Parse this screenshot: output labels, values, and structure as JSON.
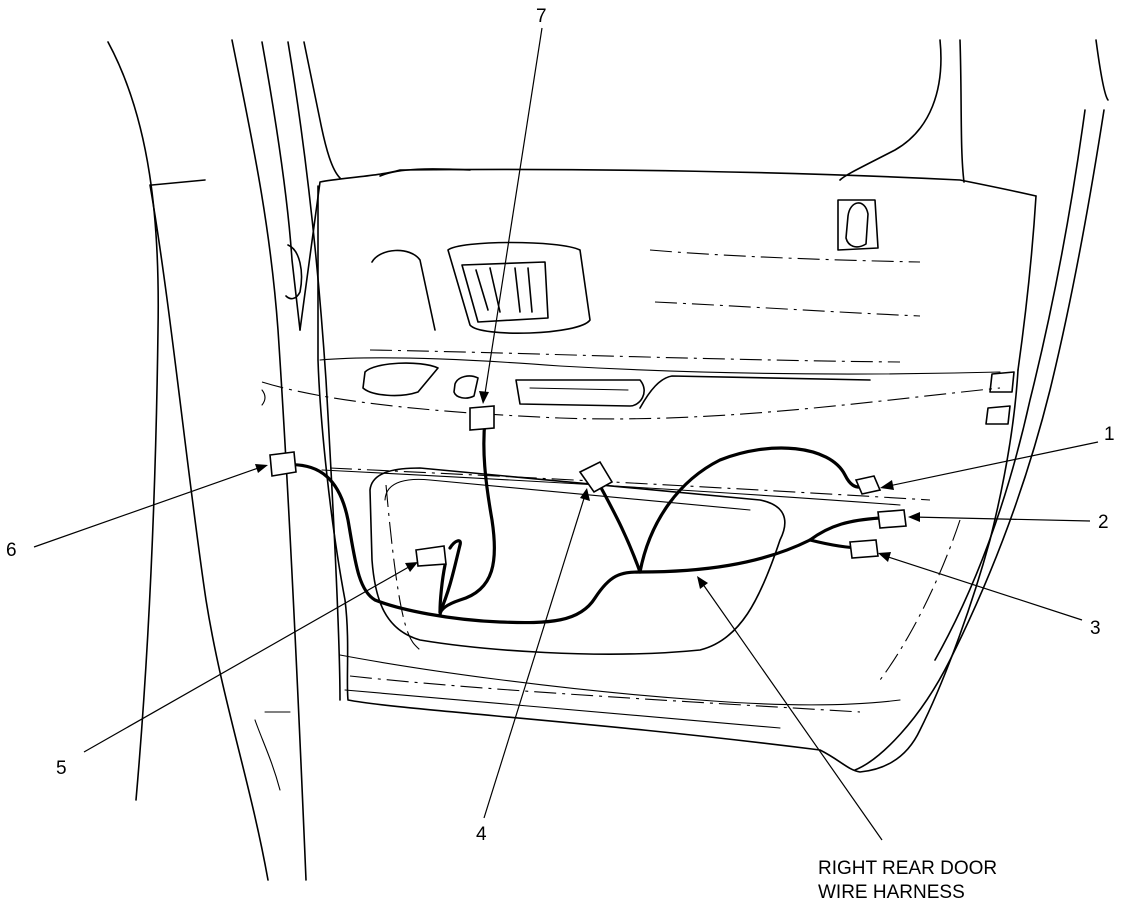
{
  "callouts": {
    "c1": "1",
    "c2": "2",
    "c3": "3",
    "c4": "4",
    "c5": "5",
    "c6": "6",
    "c7": "7"
  },
  "harness_label": {
    "line1": "RIGHT REAR DOOR",
    "line2": "WIRE HARNESS"
  }
}
